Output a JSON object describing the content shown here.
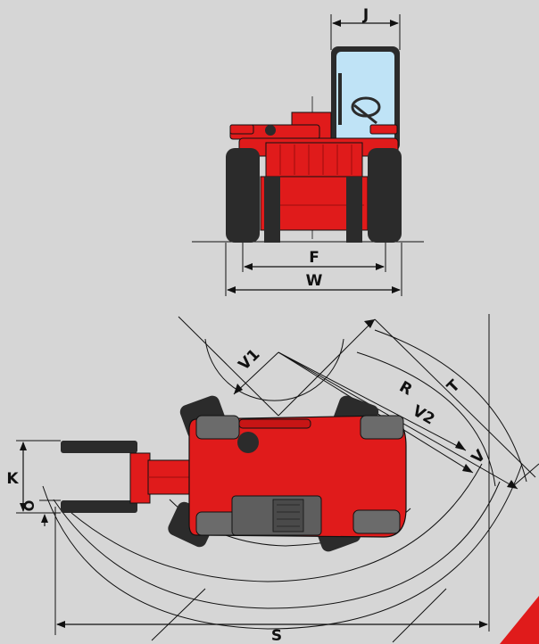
{
  "front_view": {
    "labels": {
      "cab_offset": "J",
      "track_width": "F",
      "overall_width": "W"
    }
  },
  "top_view": {
    "labels": {
      "fork_span": "K",
      "fork_offset": "O",
      "inner_radius": "V1",
      "outer_radius": "R",
      "sweep_radius": "V2",
      "turning_circle": "T",
      "overall_sweep": "V",
      "total_length": "S"
    }
  },
  "colors": {
    "background": "#d6d6d6",
    "body_red": "#e01b1b",
    "dark_red": "#9c0d0d",
    "tyre": "#2b2b2b",
    "glass": "#bfe3f6",
    "line": "#111111",
    "corner_accent": "#e01b1b"
  }
}
